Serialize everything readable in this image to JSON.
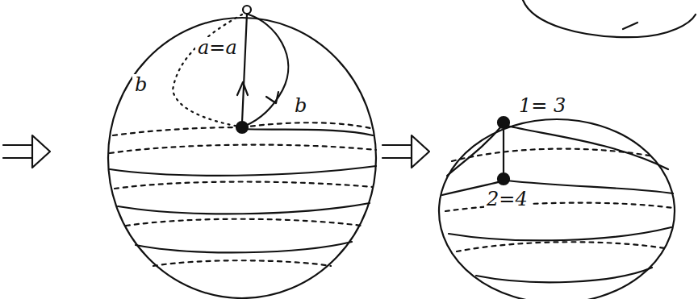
{
  "diagram": {
    "labels": [
      "a=a",
      "b",
      "b",
      "1= 3",
      "2=4"
    ]
  }
}
